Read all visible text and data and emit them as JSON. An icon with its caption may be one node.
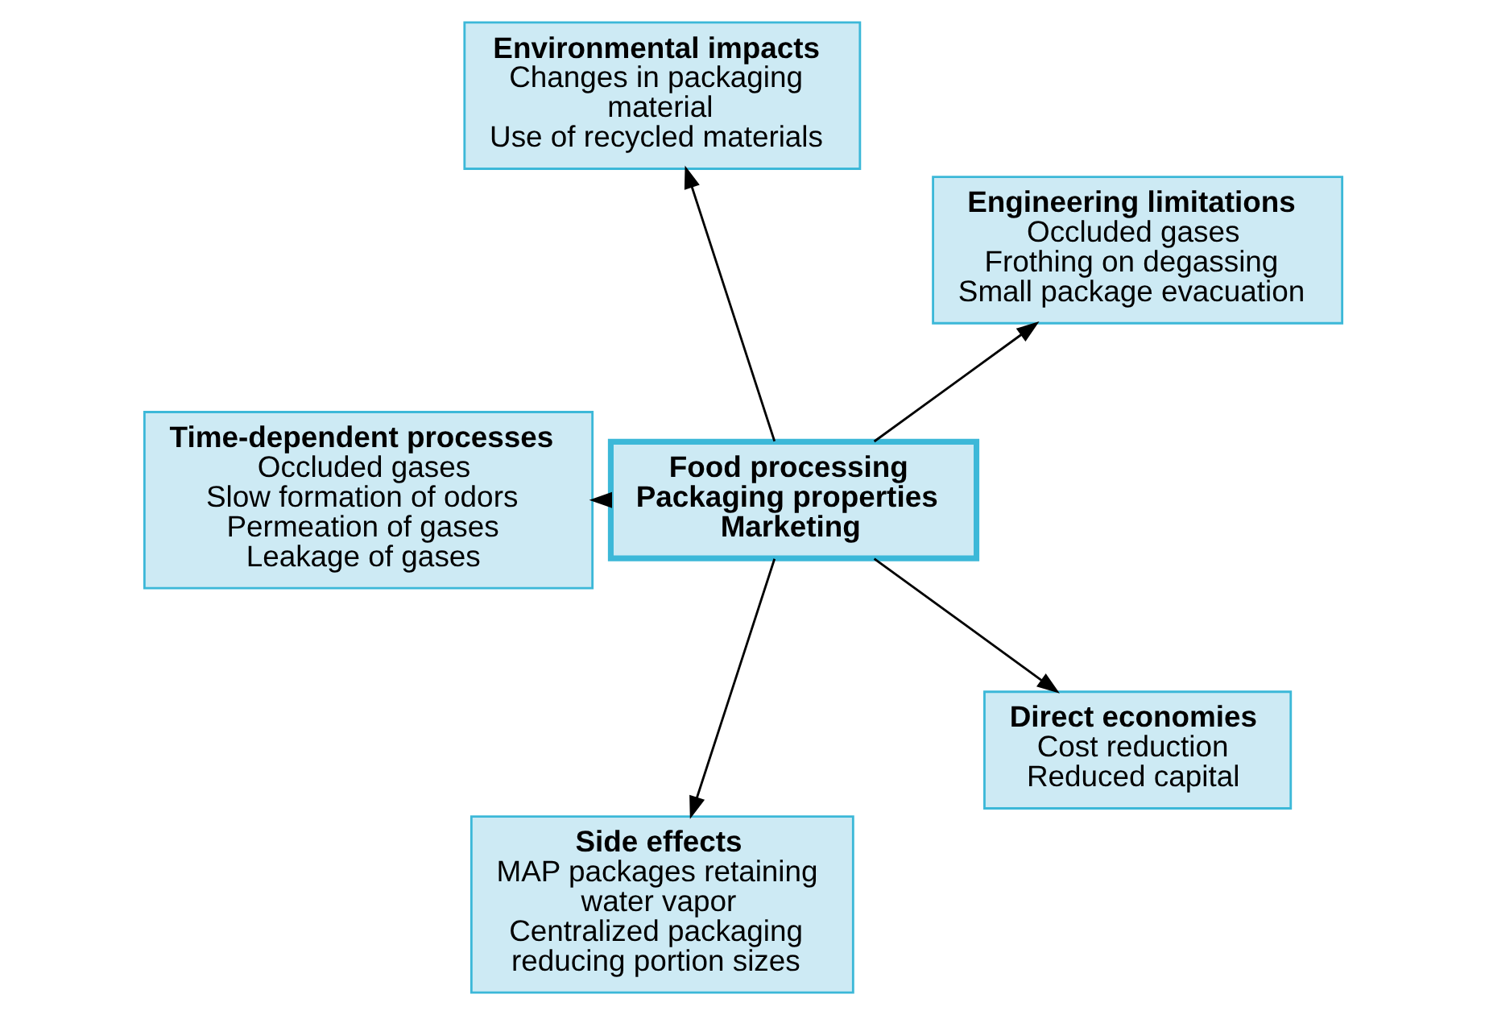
{
  "diagram": {
    "nodes": [
      {
        "text": [
          "Food processing",
          "Packaging properties",
          "Marketing"
        ]
      },
      {
        "text": [
          "Engineering limitations",
          "Occluded gases",
          "Frothing on degassing",
          "Small package evacuation"
        ]
      },
      {
        "text": [
          "Environmental impacts",
          "Changes in packaging material",
          "Use of recycled materials"
        ]
      },
      {
        "text": [
          "Time-dependent processes",
          "Occluded gases",
          "Slow formation of odors",
          "Permeation of gases",
          "Leakage of gases"
        ]
      },
      {
        "text": [
          "Side effects",
          "MAP packages retaining water vapor",
          "Centralized packaging reducing portion sizes"
        ]
      },
      {
        "text": [
          "Direct economies",
          "Cost reduction",
          "Reduced capital"
        ]
      }
    ],
    "edges": [
      {
        "from": 0,
        "to": 1,
        "arrow": "to"
      },
      {
        "from": 0,
        "to": 2,
        "arrow": "to"
      },
      {
        "from": 0,
        "to": 3,
        "arrow": "to"
      },
      {
        "from": 0,
        "to": 4,
        "arrow": "to"
      },
      {
        "from": 0,
        "to": 5,
        "arrow": "to"
      }
    ]
  }
}
